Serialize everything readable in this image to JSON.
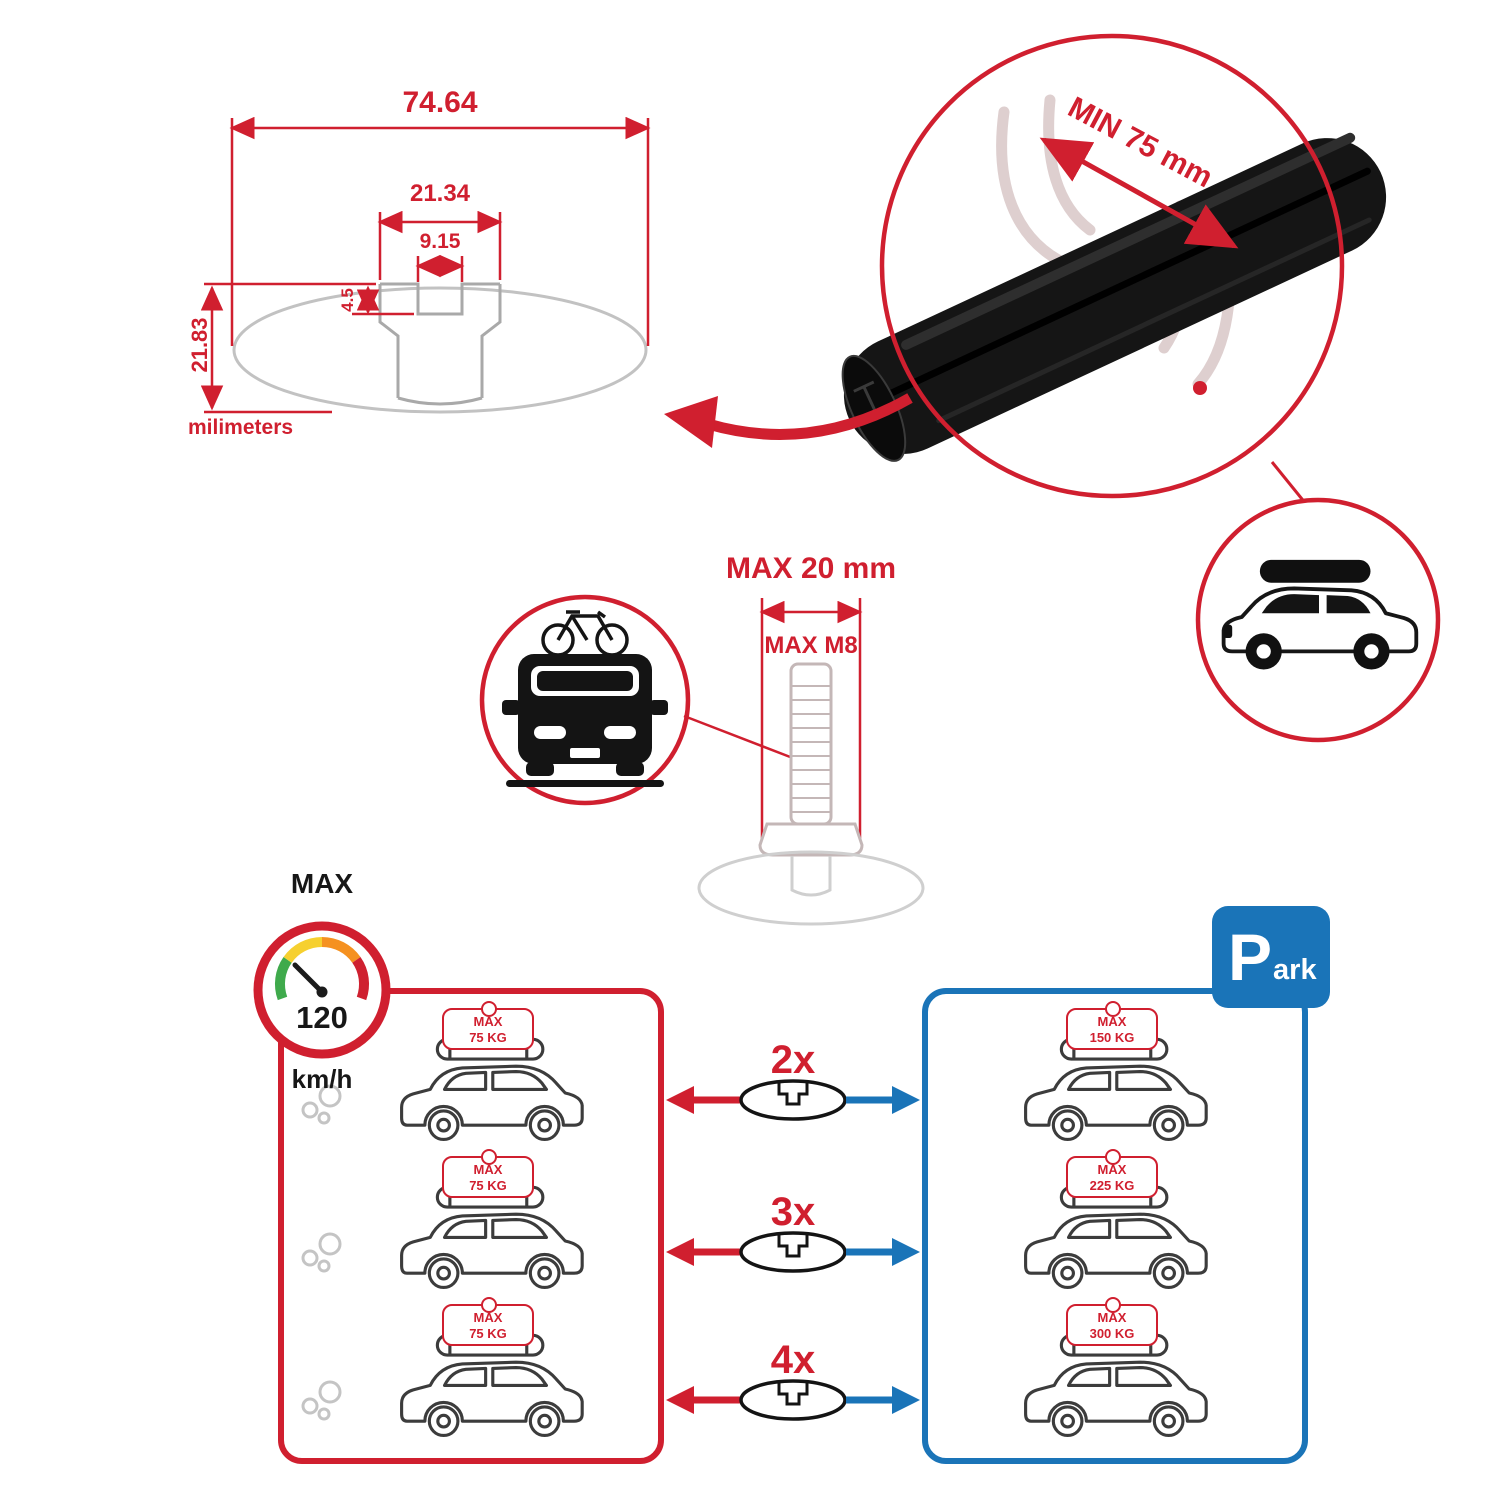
{
  "colors": {
    "accent_red": "#d01f2f",
    "accent_blue": "#1a74b8",
    "bar_black": "#151515",
    "sketch_gray": "#c4c4c4"
  },
  "profile_dimensions": {
    "total_width": "74.64",
    "channel_outer_width": "21.34",
    "channel_inner_width": "9.15",
    "lip_height": "4.5",
    "total_height": "21.83",
    "units": "milimeters"
  },
  "crossbar_detail": {
    "min_bar_span": "MIN 75 mm"
  },
  "bolt_spec": {
    "max_width": "MAX 20 mm",
    "max_thread": "MAX M8"
  },
  "speed_gauge": {
    "title": "MAX",
    "value": "120",
    "units": "km/h"
  },
  "driving_loads": {
    "cars": [
      {
        "label": "MAX",
        "value": "75 KG"
      },
      {
        "label": "MAX",
        "value": "75 KG"
      },
      {
        "label": "MAX",
        "value": "75 KG"
      }
    ]
  },
  "bar_counts": [
    {
      "label": "2x"
    },
    {
      "label": "3x"
    },
    {
      "label": "4x"
    }
  ],
  "parking_loads": {
    "sign_letter": "P",
    "sign_suffix": "ark",
    "cars": [
      {
        "label": "MAX",
        "value": "150 KG"
      },
      {
        "label": "MAX",
        "value": "225 KG"
      },
      {
        "label": "MAX",
        "value": "300 KG"
      }
    ]
  }
}
